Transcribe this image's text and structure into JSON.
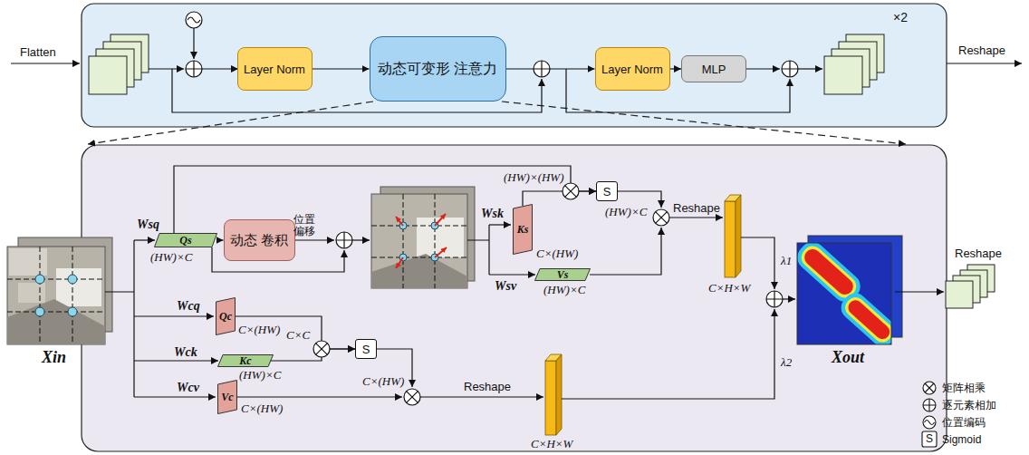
{
  "diagram": {
    "nodes": [
      {
        "text": [
          "Layer Norm"
        ]
      },
      {
        "text": [
          "动态可变形 注意力"
        ]
      },
      {
        "text": [
          "Layer Norm"
        ]
      },
      {
        "text": [
          "MLP"
        ]
      },
      {
        "text": [
          "Qs"
        ]
      },
      {
        "text": [
          "动态 卷积"
        ]
      },
      {
        "text": [
          "Ks"
        ]
      },
      {
        "text": [
          "Vs"
        ]
      },
      {
        "text": [
          "S"
        ]
      },
      {
        "text": [
          "Qc"
        ]
      },
      {
        "text": [
          "Kc"
        ]
      },
      {
        "text": [
          "S"
        ]
      },
      {
        "text": [
          "Vc"
        ]
      }
    ],
    "edges": [
      {
        "from": 0,
        "to": 1,
        "arrow": "to"
      },
      {
        "from": 1,
        "to": 2,
        "arrow": "to"
      },
      {
        "from": 2,
        "to": 3,
        "arrow": "to"
      },
      {
        "from": 4,
        "to": 5,
        "arrow": "to"
      },
      {
        "from": 4,
        "to": 8,
        "arrow": "to"
      },
      {
        "from": 6,
        "to": 8,
        "arrow": "to"
      },
      {
        "from": 9,
        "to": 11,
        "arrow": "to"
      },
      {
        "from": 10,
        "to": 11,
        "arrow": "to"
      }
    ],
    "labels": [
      "Flatten",
      "×2",
      "Reshape",
      "Wsq",
      "(HW)×C",
      "位置 偏移",
      "(HW)×(HW)",
      "Wsk",
      "C×(HW)",
      "Wsv",
      "(HW)×C",
      "(HW)×C",
      "Reshape",
      "C×H×W",
      "λ1",
      "Xin",
      "Wcq",
      "C×(HW)",
      "Wck",
      "(HW)×C",
      "C×C",
      "Wcv",
      "C×(HW)",
      "C×(HW)",
      "Reshape",
      "C×H×W",
      "λ2",
      "Xout",
      "Reshape",
      "S"
    ],
    "legend": [
      {
        "text": "矩阵相乘"
      },
      {
        "text": "逐元素相加"
      },
      {
        "text": "位置编码"
      },
      {
        "text": "Sigmoid"
      }
    ]
  }
}
